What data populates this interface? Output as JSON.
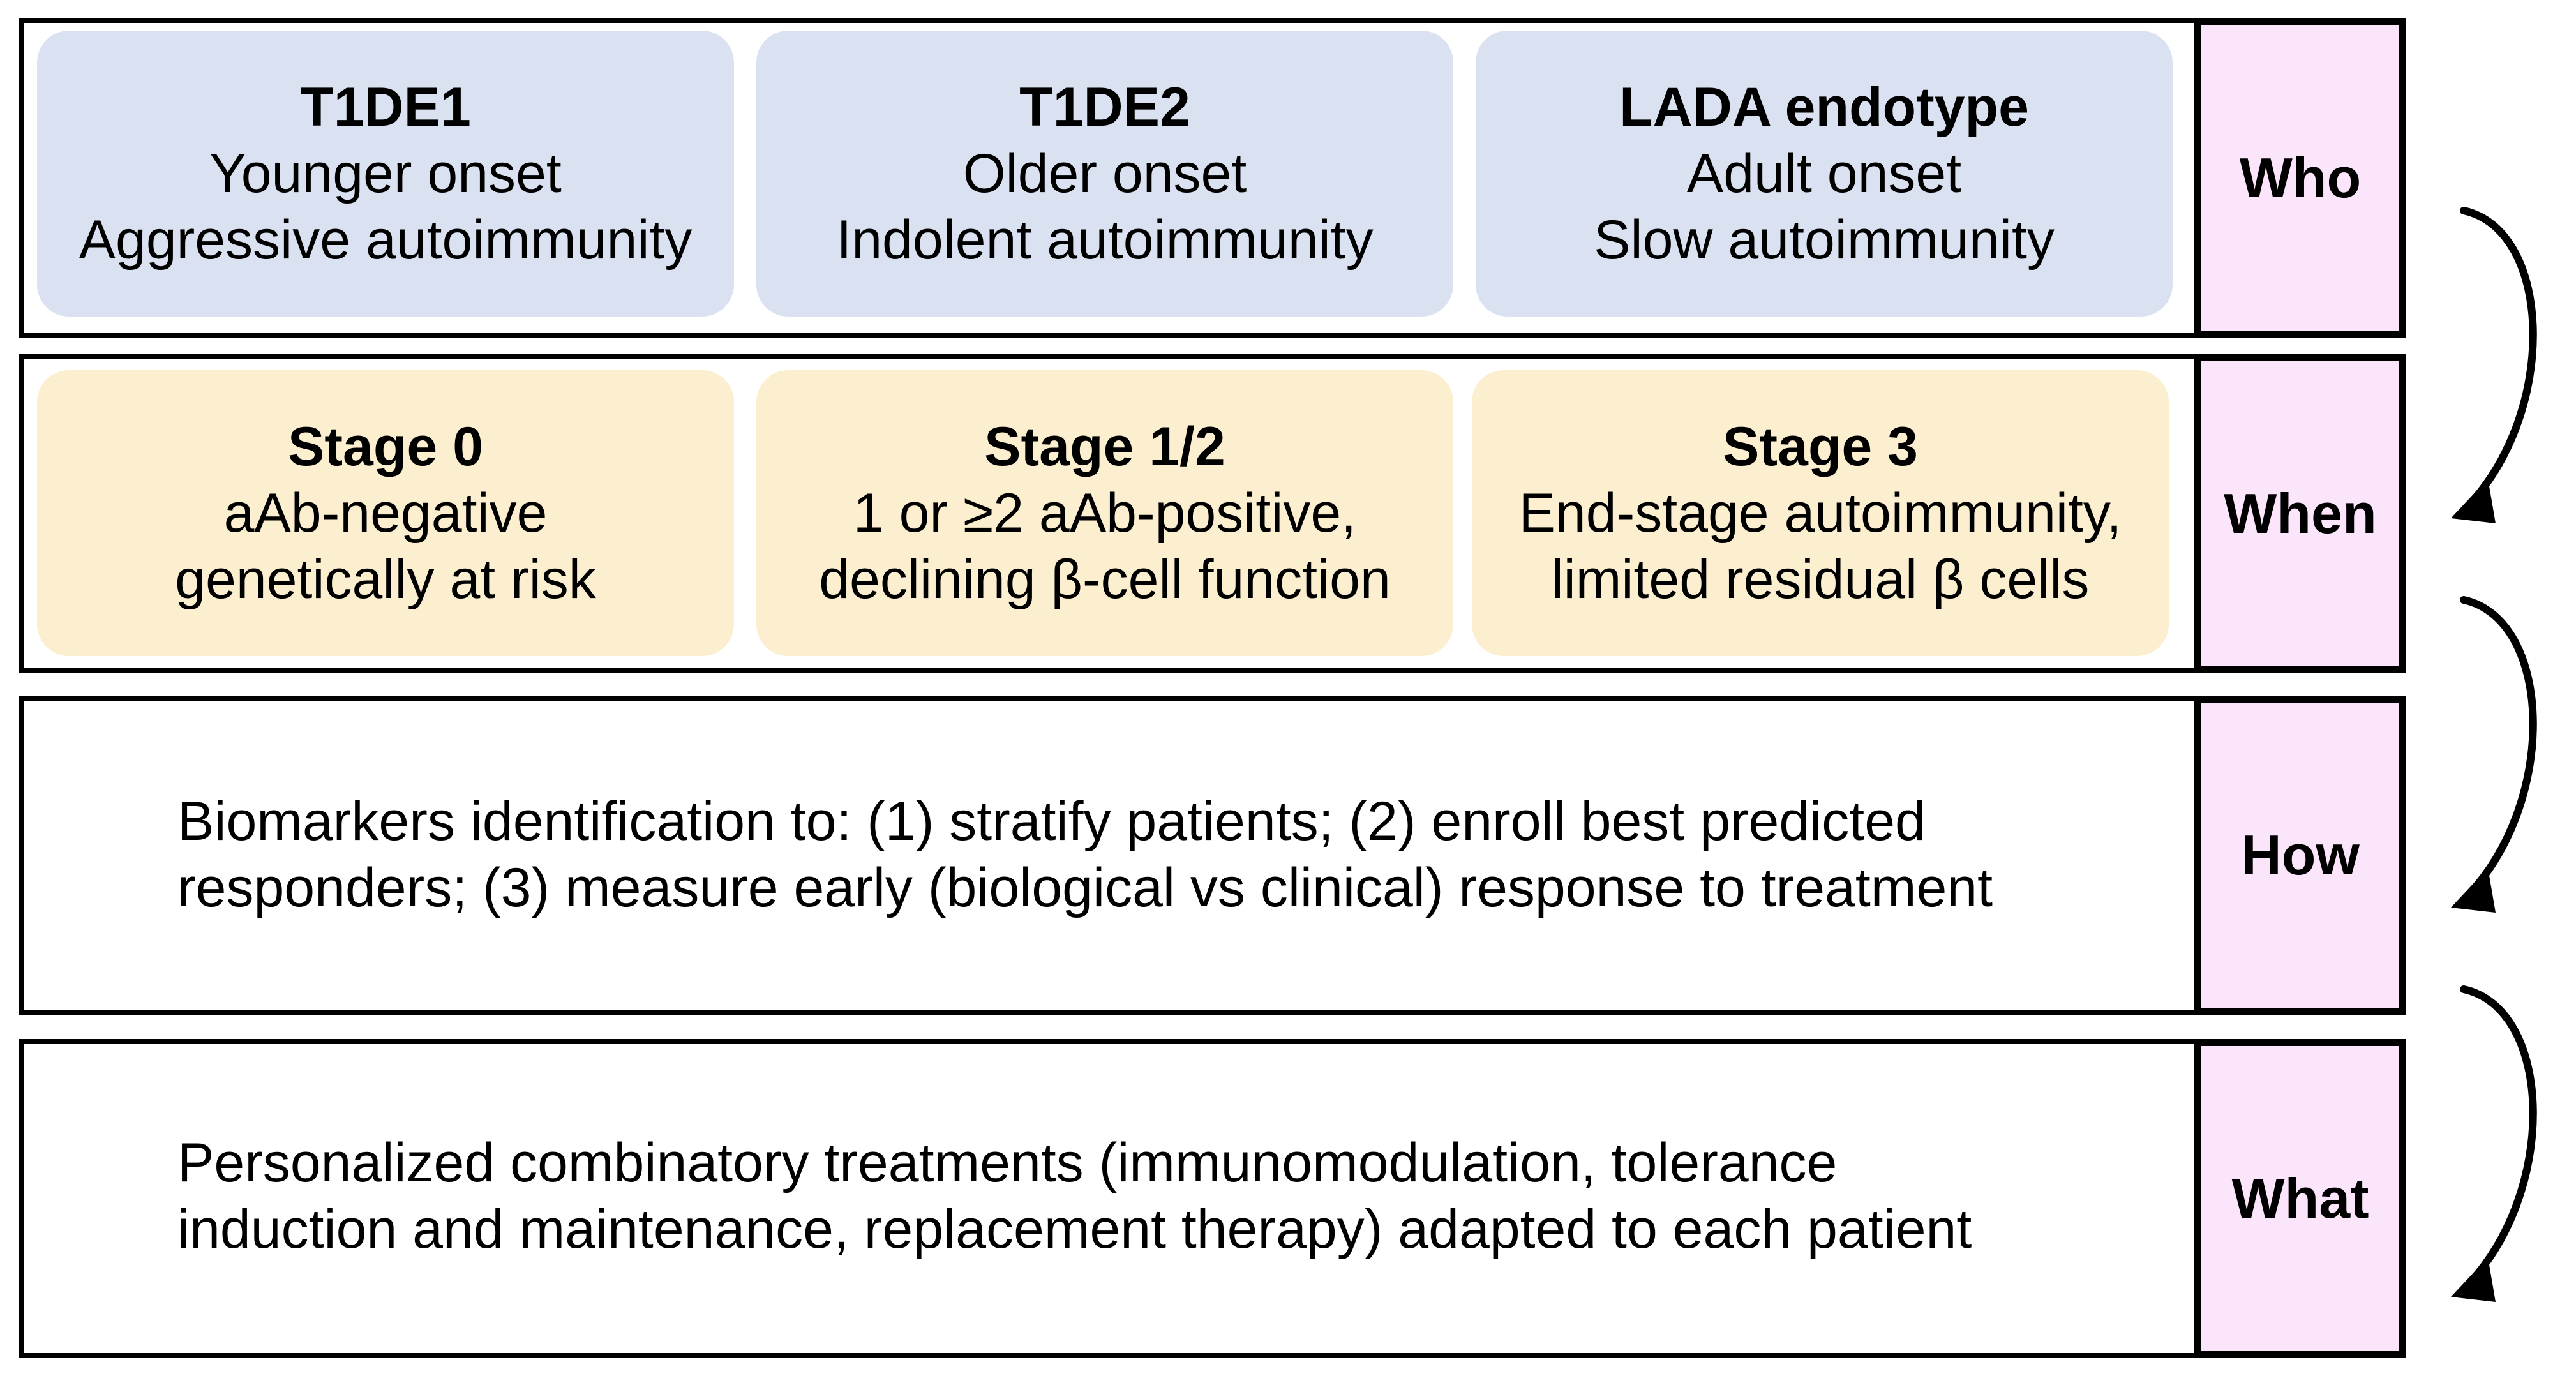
{
  "rows": {
    "who": {
      "label": "Who",
      "cards": [
        {
          "title": "T1DE1",
          "line1": "Younger onset",
          "line2": "Aggressive autoimmunity"
        },
        {
          "title": "T1DE2",
          "line1": "Older onset",
          "line2": "Indolent autoimmunity"
        },
        {
          "title": "LADA endotype",
          "line1": "Adult onset",
          "line2": "Slow autoimmunity"
        }
      ]
    },
    "when": {
      "label": "When",
      "cards": [
        {
          "title": "Stage 0",
          "line1": "aAb-negative",
          "line2": "genetically at risk"
        },
        {
          "title": "Stage 1/2",
          "line1": "1 or ≥2 aAb-positive,",
          "line2": "declining β-cell function"
        },
        {
          "title": "Stage 3",
          "line1": "End-stage autoimmunity,",
          "line2": "limited residual β cells"
        }
      ]
    },
    "how": {
      "label": "How",
      "line1": "Biomarkers identification to: (1) stratify patients; (2) enroll best predicted",
      "line2": "responders; (3) measure early (biological vs clinical) response to treatment"
    },
    "what": {
      "label": "What",
      "line1": "Personalized combinatory treatments (immunomodulation, tolerance",
      "line2": "induction and maintenance, replacement therapy) adapted to each patient"
    }
  },
  "colors": {
    "who_card": "#dae2f1",
    "when_card": "#fcefd0",
    "side_label": "#fbe5fb",
    "border": "#000000"
  },
  "icons": [
    "curved-arrow-icon"
  ]
}
